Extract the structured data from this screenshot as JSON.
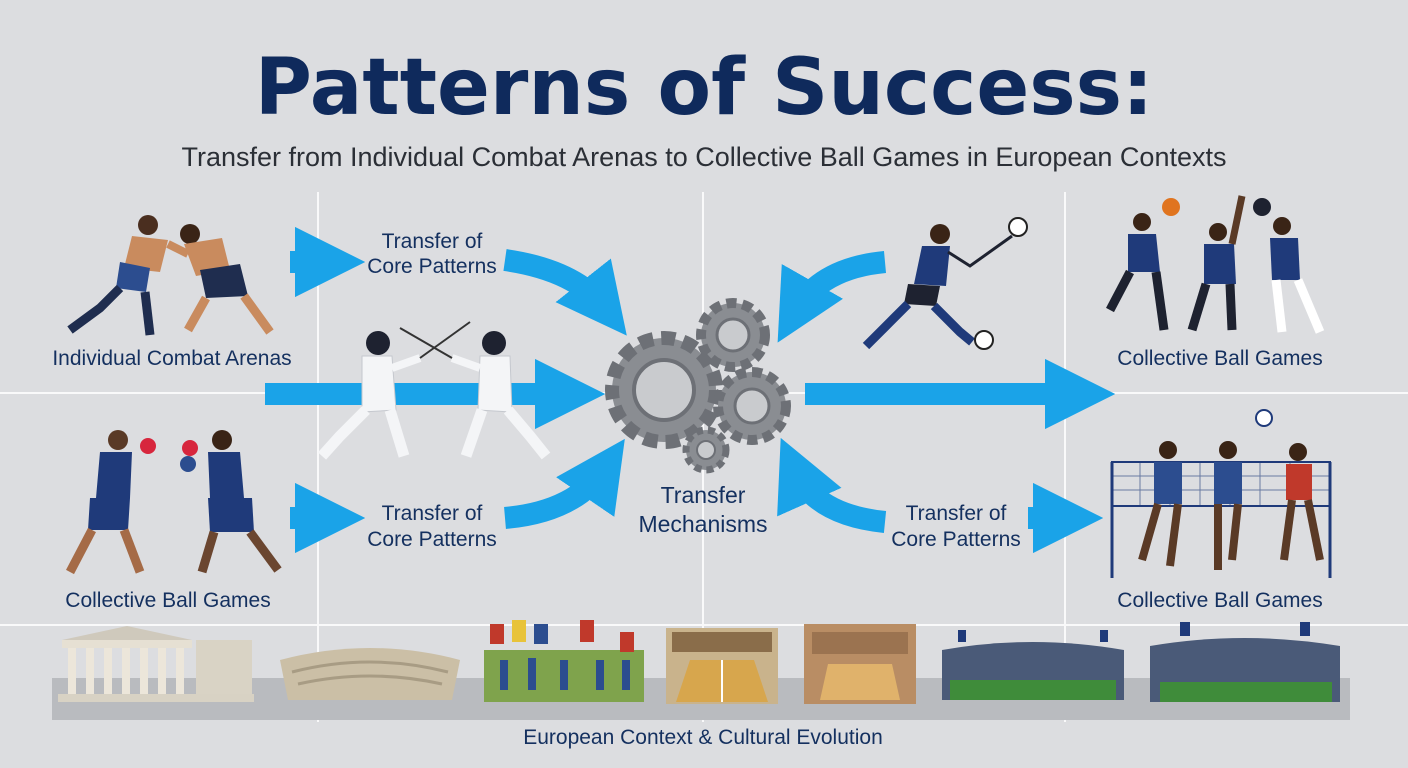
{
  "title": "Patterns of Success:",
  "subtitle": "Transfer from Individual Combat Arenas to Collective Ball Games in European Contexts",
  "labels": {
    "left_top": "Individual Combat Arenas",
    "left_bottom": "Collective Ball Games",
    "right_top": "Collective Ball Games",
    "right_bottom": "Collective Ball Games",
    "transfer_tl": [
      "Transfer of",
      "Core Patterns"
    ],
    "transfer_bl": [
      "Transfer of",
      "Core Patterns"
    ],
    "transfer_br": [
      "Transfer of",
      "Core Patterns"
    ],
    "center": [
      "Transfer",
      "Mechanisms"
    ],
    "footer": "European Context & Cultural Evolution"
  },
  "icons": {
    "wrestlers": "wrestlers-icon",
    "fencers": "fencers-icon",
    "boxers": "boxers-icon",
    "gears": "gears-icon",
    "soccer": "soccer-player-icon",
    "basketball": "basketball-players-icon",
    "volleyball": "volleyball-players-icon"
  },
  "colors": {
    "background": "#dcdde0",
    "title": "#0f2a5c",
    "arrow": "#1aa3e8",
    "navy": "#1f3a7a",
    "gear": "#8a8d92"
  }
}
